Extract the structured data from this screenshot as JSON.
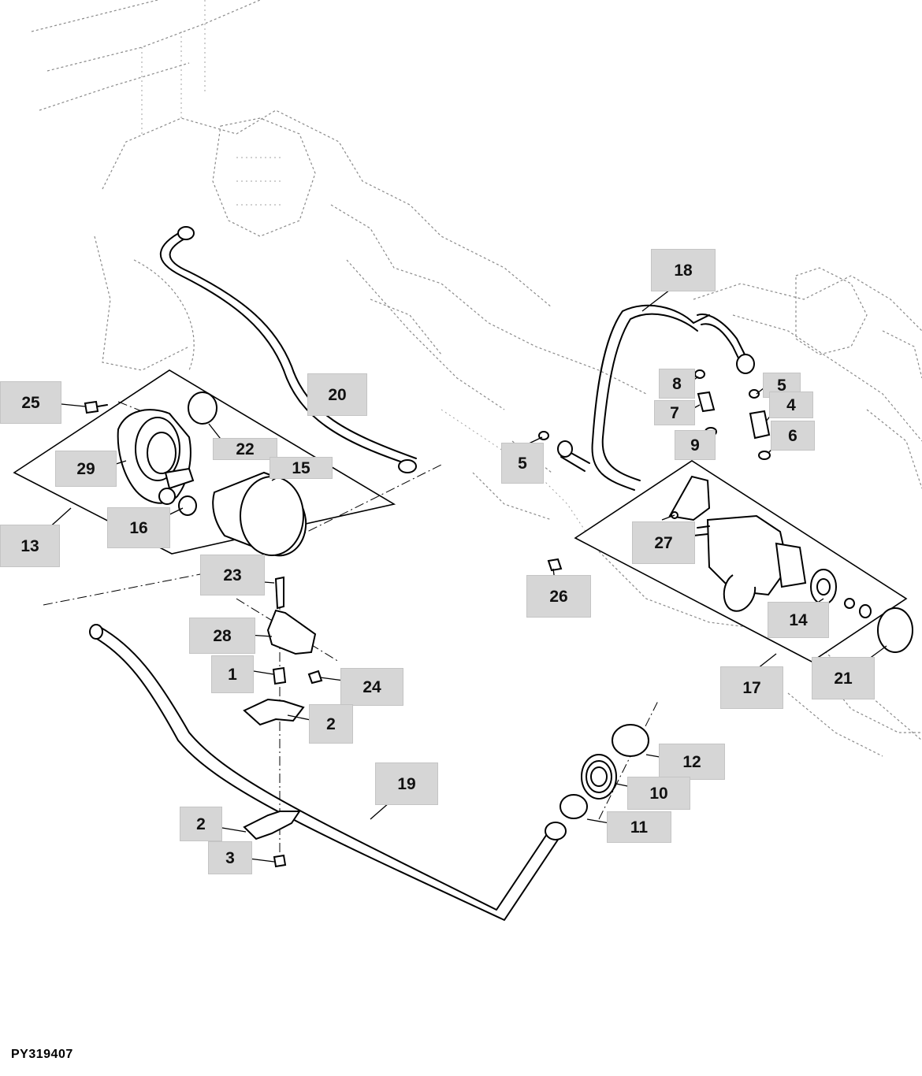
{
  "reference_code": "PY319407",
  "callouts": [
    {
      "label": "18"
    },
    {
      "label": "20"
    },
    {
      "label": "25"
    },
    {
      "label": "8"
    },
    {
      "label": "5"
    },
    {
      "label": "7"
    },
    {
      "label": "4"
    },
    {
      "label": "22"
    },
    {
      "label": "9"
    },
    {
      "label": "6"
    },
    {
      "label": "29"
    },
    {
      "label": "15"
    },
    {
      "label": "5"
    },
    {
      "label": "16"
    },
    {
      "label": "13"
    },
    {
      "label": "27"
    },
    {
      "label": "23"
    },
    {
      "label": "26"
    },
    {
      "label": "14"
    },
    {
      "label": "28"
    },
    {
      "label": "1"
    },
    {
      "label": "24"
    },
    {
      "label": "21"
    },
    {
      "label": "17"
    },
    {
      "label": "2"
    },
    {
      "label": "12"
    },
    {
      "label": "19"
    },
    {
      "label": "10"
    },
    {
      "label": "2"
    },
    {
      "label": "11"
    },
    {
      "label": "3"
    }
  ]
}
